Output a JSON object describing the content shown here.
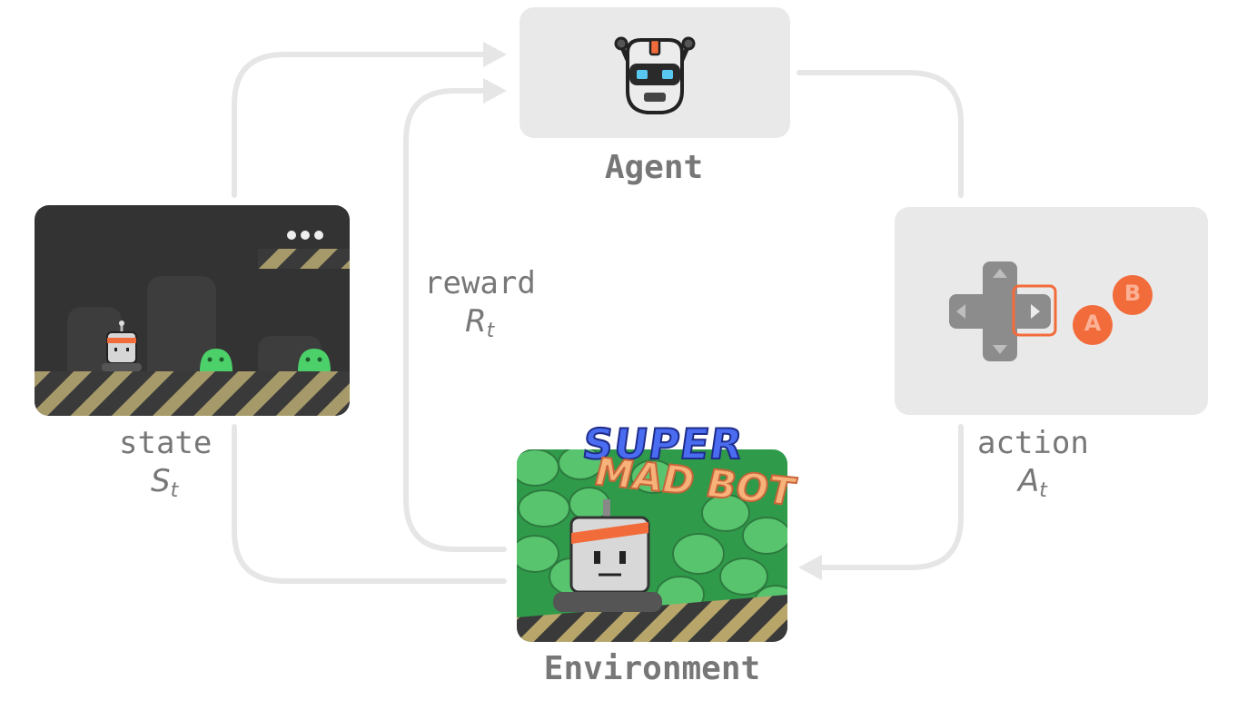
{
  "agent": {
    "label": "Agent",
    "icon": "robot-head-icon"
  },
  "environment": {
    "label": "Environment",
    "game_title_line1": "SUPER",
    "game_title_line2": "MAD BOT"
  },
  "state": {
    "label": "state",
    "symbol": "S",
    "subscript": "t"
  },
  "reward": {
    "label": "reward",
    "symbol": "R",
    "subscript": "t"
  },
  "action": {
    "label": "action",
    "symbol": "A",
    "subscript": "t",
    "button_a": "A",
    "button_b": "B"
  },
  "colors": {
    "arrow": "#e6e6e6",
    "card_bg": "#e9e9e9",
    "label": "#777777",
    "accent": "#f26b3a",
    "game_dark": "#333333",
    "slime": "#4cd06a"
  }
}
